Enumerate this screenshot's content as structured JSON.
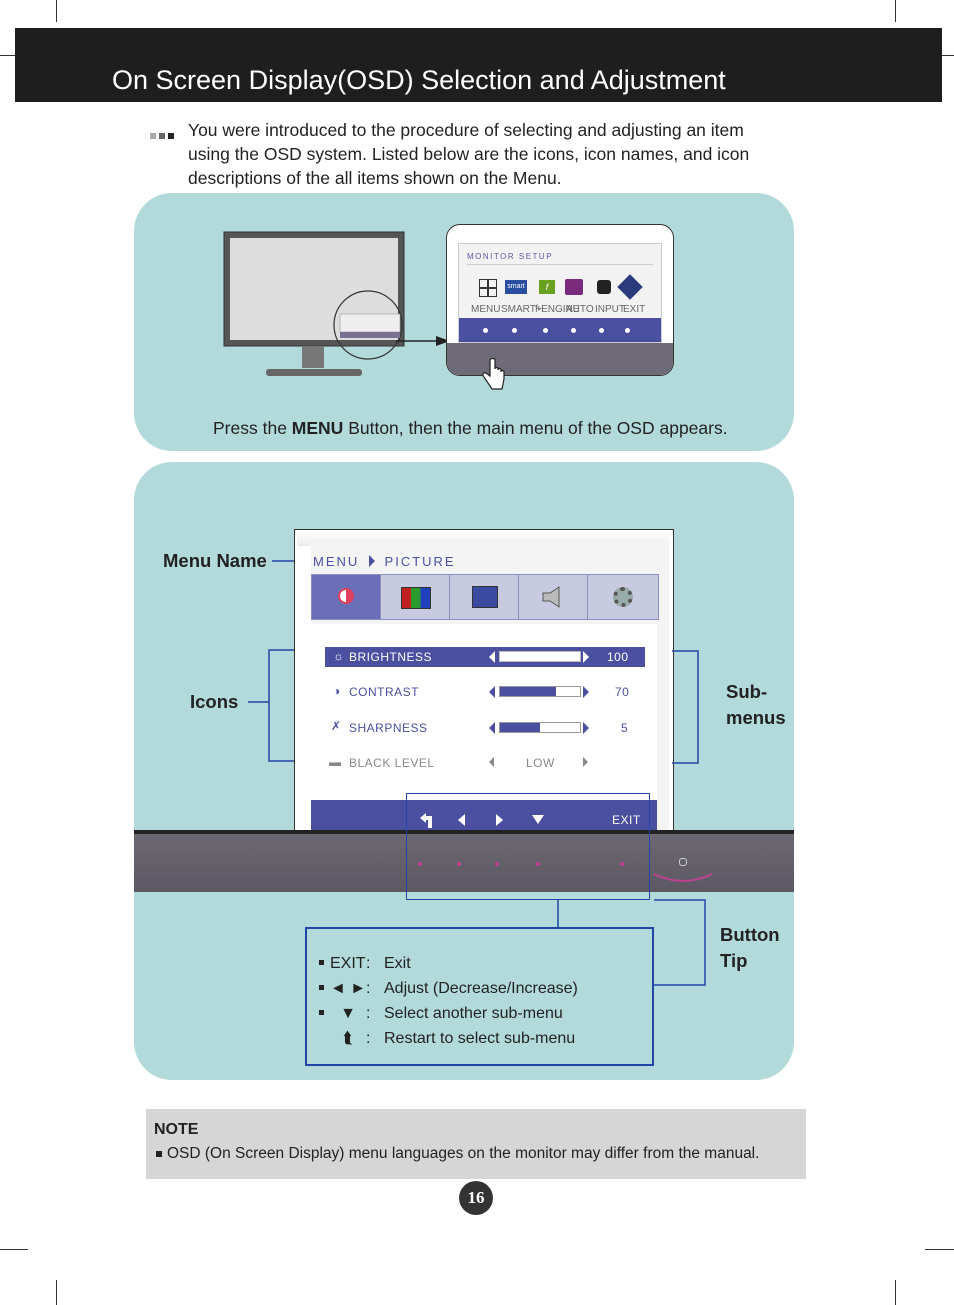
{
  "header": {
    "title": "On Screen Display(OSD) Selection and Adjustment"
  },
  "intro": {
    "text": "You were introduced to the procedure of selecting and adjusting an item using the OSD system. Listed below are the icons, icon names, and icon descriptions of the all items shown on the Menu."
  },
  "top_panel": {
    "osd_title": "MONITOR SETUP",
    "osd_icons": [
      {
        "label": "MENU",
        "icon": "menu-grid-icon"
      },
      {
        "label": "SMART+",
        "icon": "smart-icon"
      },
      {
        "label": "f-ENGINE",
        "icon": "f-engine-icon"
      },
      {
        "label": "AUTO",
        "icon": "auto-icon"
      },
      {
        "label": "INPUT",
        "icon": "input-icon"
      },
      {
        "label": "EXIT",
        "icon": "exit-icon"
      }
    ],
    "smart_badge": "smart",
    "f_badge": "f",
    "caption_prefix": "Press the ",
    "caption_bold": "MENU",
    "caption_suffix": " Button, then the main menu of the OSD appears."
  },
  "bottom_panel": {
    "labels": {
      "menu_name": "Menu Name",
      "icons": "Icons",
      "submenus_1": "Sub-",
      "submenus_2": "menus",
      "button_tip_1": "Button",
      "button_tip_2": "Tip"
    },
    "osd": {
      "breadcrumb_menu": "MENU",
      "breadcrumb_page": "PICTURE",
      "tabs": [
        "brightness-icon",
        "color-icon",
        "display-icon",
        "sound-icon",
        "settings-icon"
      ],
      "items": [
        {
          "label": "BRIGHTNESS",
          "value": "100",
          "level": 1.0,
          "selected": true
        },
        {
          "label": "CONTRAST",
          "value": "70",
          "level": 0.7,
          "selected": false
        },
        {
          "label": "SHARPNESS",
          "value": "5",
          "level": 0.5,
          "selected": false
        },
        {
          "label": "BLACK LEVEL",
          "value": "LOW",
          "level": null,
          "selected": false
        }
      ],
      "exit_label": "EXIT"
    },
    "legend": [
      {
        "key": "EXIT",
        "sep": ":",
        "desc": "Exit"
      },
      {
        "key": "◄ ►",
        "sep": ":",
        "desc": "Adjust (Decrease/Increase)"
      },
      {
        "key": "▼",
        "sep": ":",
        "desc": "Select another sub-menu"
      },
      {
        "key": "⮬",
        "sep": ":",
        "desc": "Restart to select sub-menu"
      }
    ]
  },
  "note": {
    "title": "NOTE",
    "text": "OSD (On Screen Display) menu languages on the monitor may differ from the manual."
  },
  "page_number": "16",
  "colors": {
    "panel": "#b2dadb",
    "header": "#1e1e1e",
    "osd_accent": "#4a4fa0",
    "frame_blue": "#2246a8",
    "pink_led": "#c04090"
  }
}
